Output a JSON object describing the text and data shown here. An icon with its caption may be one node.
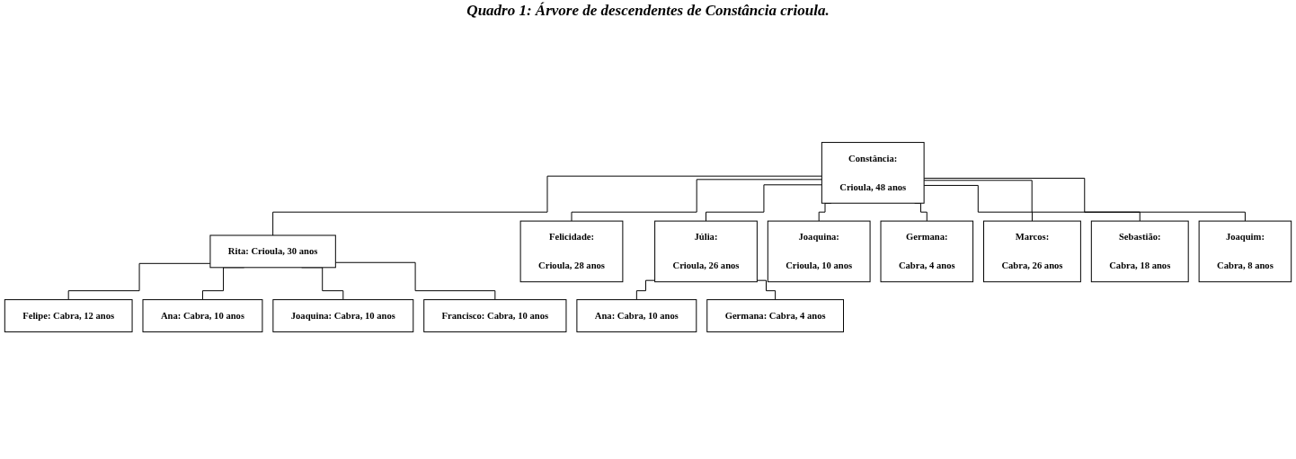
{
  "diagram": {
    "title": "Quadro 1: Árvore de descendentes de Constância crioula.",
    "nodes": [
      {
        "text": [
          "Constância:",
          "Crioula, 48 anos"
        ]
      },
      {
        "text": [
          "Rita: Crioula, 30 anos"
        ]
      },
      {
        "text": [
          "Felicidade:",
          "Crioula, 28 anos"
        ]
      },
      {
        "text": [
          "Júlia:",
          "Crioula, 26 anos"
        ]
      },
      {
        "text": [
          "Joaquina:",
          "Crioula, 10 anos"
        ]
      },
      {
        "text": [
          "Germana:",
          "Cabra, 4 anos"
        ]
      },
      {
        "text": [
          "Marcos:",
          "Cabra, 26 anos"
        ]
      },
      {
        "text": [
          "Sebastião:",
          "Cabra, 18 anos"
        ]
      },
      {
        "text": [
          "Joaquim:",
          "Cabra, 8 anos"
        ]
      },
      {
        "text": [
          "Felipe: Cabra, 12 anos"
        ]
      },
      {
        "text": [
          "Ana: Cabra, 10 anos"
        ]
      },
      {
        "text": [
          "Joaquina: Cabra, 10 anos"
        ]
      },
      {
        "text": [
          "Francisco: Cabra, 10 anos"
        ]
      },
      {
        "text": [
          "Ana: Cabra, 10 anos"
        ]
      },
      {
        "text": [
          "Germana: Cabra, 4 anos"
        ]
      }
    ],
    "edges": [
      {
        "from": 0,
        "to": 1,
        "arrow": "none"
      },
      {
        "from": 0,
        "to": 2,
        "arrow": "none"
      },
      {
        "from": 0,
        "to": 3,
        "arrow": "none"
      },
      {
        "from": 0,
        "to": 4,
        "arrow": "none"
      },
      {
        "from": 0,
        "to": 5,
        "arrow": "none"
      },
      {
        "from": 0,
        "to": 6,
        "arrow": "none"
      },
      {
        "from": 0,
        "to": 7,
        "arrow": "none"
      },
      {
        "from": 0,
        "to": 8,
        "arrow": "none"
      },
      {
        "from": 1,
        "to": 9,
        "arrow": "none"
      },
      {
        "from": 1,
        "to": 10,
        "arrow": "none"
      },
      {
        "from": 1,
        "to": 11,
        "arrow": "none"
      },
      {
        "from": 1,
        "to": 12,
        "arrow": "none"
      },
      {
        "from": 3,
        "to": 13,
        "arrow": "none"
      },
      {
        "from": 3,
        "to": 14,
        "arrow": "none"
      }
    ]
  }
}
